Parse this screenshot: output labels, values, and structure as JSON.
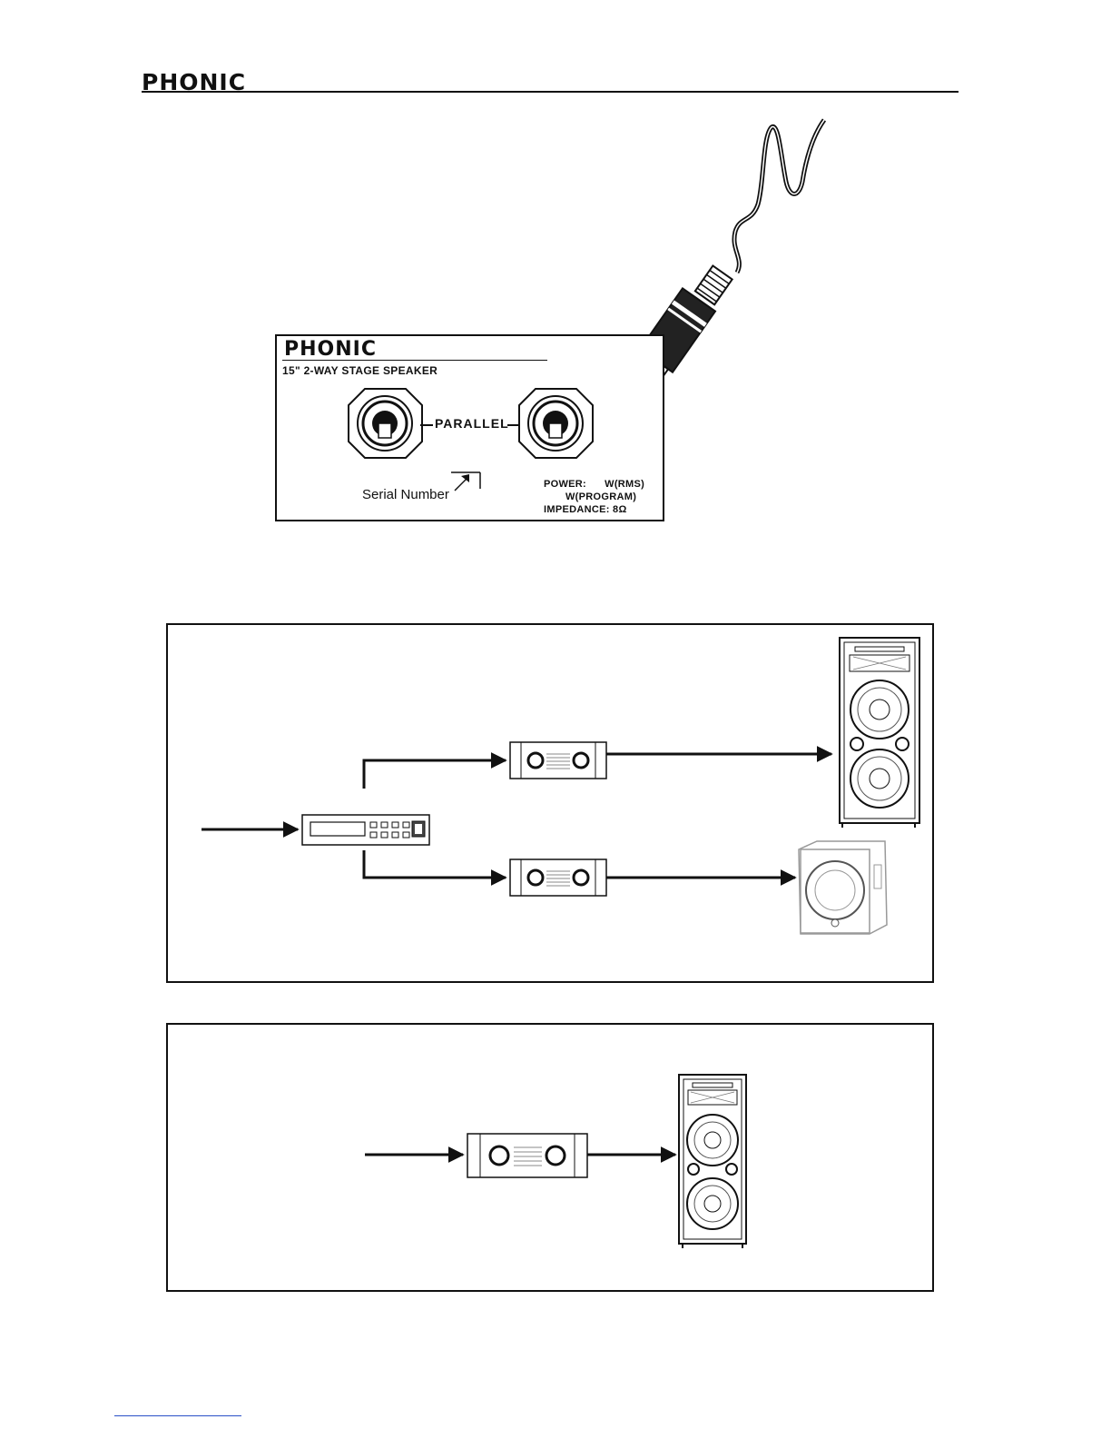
{
  "header": {
    "brand": "PHONIC"
  },
  "panel": {
    "brand": "PHONIC",
    "subtitle": "15\" 2-WAY STAGE SPEAKER",
    "parallel_label": "PARALLEL",
    "serial_label": "Serial Number",
    "power_label": "POWER:      W(RMS)",
    "program_label": "W(PROGRAM)",
    "impedance_label": "IMPEDANCE: 8Ω"
  },
  "colors": {
    "ink": "#111111",
    "link_underline": "#2a50c8"
  },
  "icons": [
    "speaker-jack-icon",
    "phone-plug-icon",
    "crossover-icon",
    "amplifier-icon",
    "two-way-speaker-icon",
    "subwoofer-icon",
    "arrow-icon"
  ]
}
